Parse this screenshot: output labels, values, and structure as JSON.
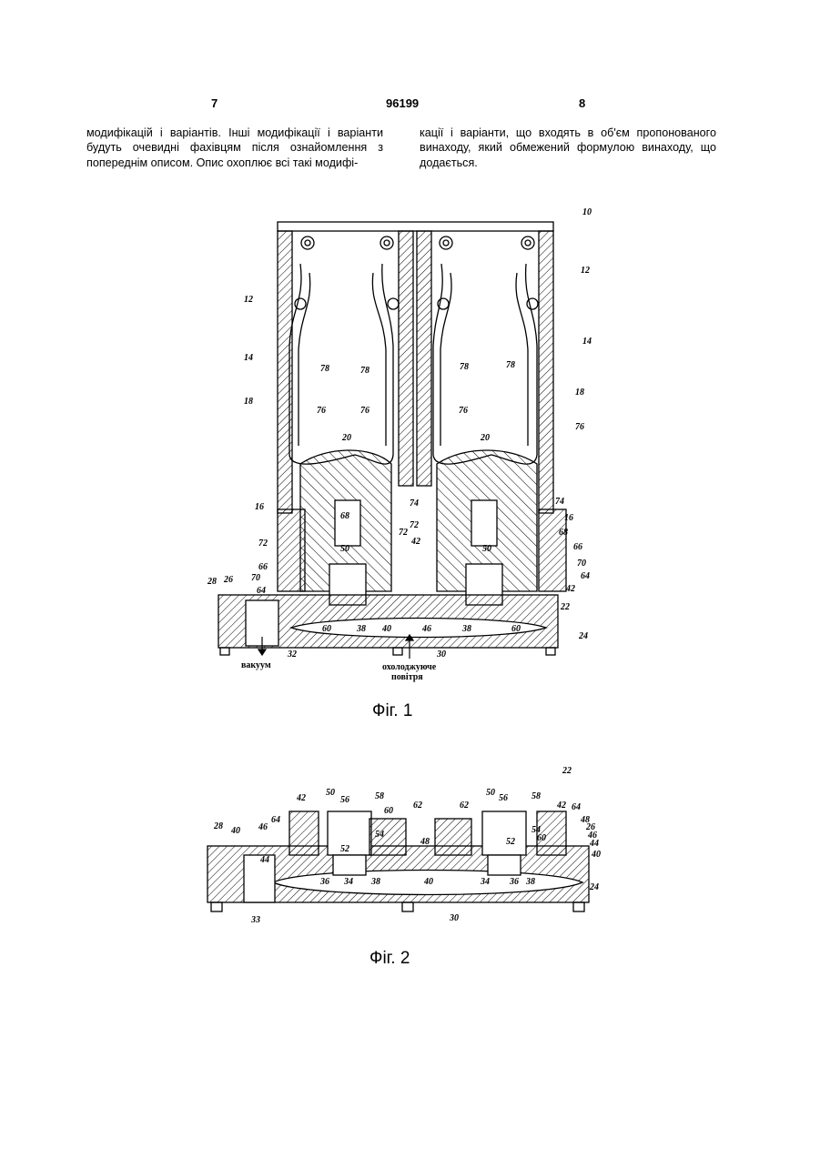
{
  "header": {
    "left_page": "7",
    "doc_number": "96199",
    "right_page": "8"
  },
  "columns": {
    "left": "модифікацій і варіантів. Інші модифікації і варіанти будуть очевидні фахівцям після ознайомлення з попереднім описом. Опис охоплює всі такі модифі-",
    "right": "кації і варіанти, що входять в об'єм пропонованого винаходу, який обмежений формулою винаходу, що додається."
  },
  "figure1": {
    "caption": "Фіг. 1",
    "labels": [
      "10",
      "12",
      "12",
      "14",
      "14",
      "18",
      "18",
      "78",
      "78",
      "78",
      "78",
      "76",
      "76",
      "76",
      "76",
      "20",
      "20",
      "16",
      "16",
      "68",
      "68",
      "72",
      "72",
      "72",
      "74",
      "74",
      "50",
      "50",
      "42",
      "42",
      "66",
      "66",
      "70",
      "70",
      "64",
      "64",
      "28",
      "26",
      "22",
      "24",
      "60",
      "60",
      "38",
      "38",
      "40",
      "46",
      "30",
      "32"
    ],
    "vacuum_label": "вакуум",
    "air_label_line1": "охолоджуюче",
    "air_label_line2": "повітря"
  },
  "figure2": {
    "caption": "Фіг. 2",
    "labels": [
      "22",
      "42",
      "50",
      "56",
      "58",
      "62",
      "62",
      "50",
      "56",
      "58",
      "42",
      "64",
      "48",
      "26",
      "46",
      "44",
      "40",
      "28",
      "40",
      "46",
      "64",
      "44",
      "52",
      "54",
      "60",
      "48",
      "52",
      "54",
      "60",
      "36",
      "34",
      "38",
      "40",
      "34",
      "36",
      "38",
      "24",
      "33",
      "30"
    ]
  }
}
